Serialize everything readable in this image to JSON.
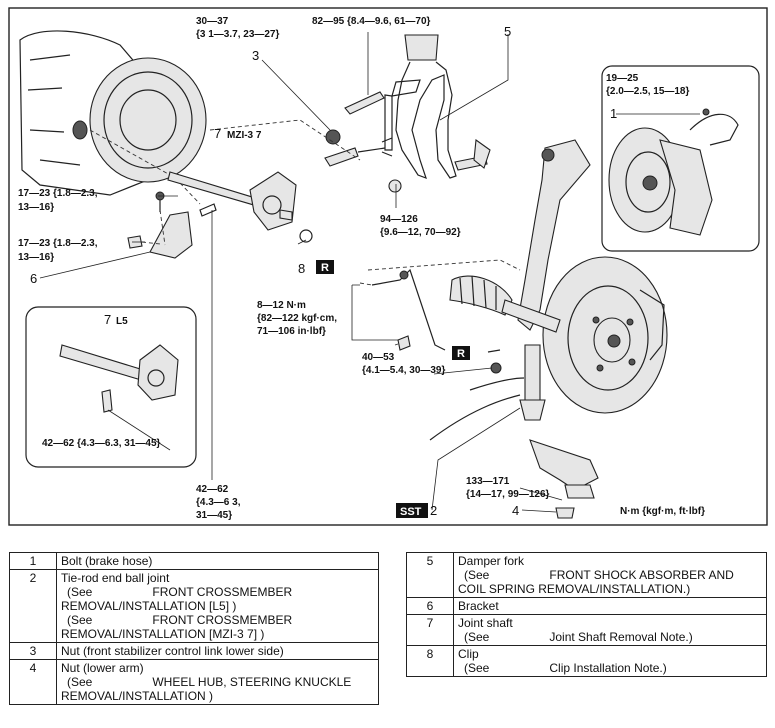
{
  "torque_specs": {
    "t1": [
      "30—37",
      "{3 1—3.7, 23—27}"
    ],
    "t2": [
      "82—95 {8.4—9.6, 61—70}"
    ],
    "t3": [
      "19—25",
      "{2.0—2.5, 15—18}"
    ],
    "t4": [
      "17—23 {1.8—2.3,",
      "13—16}"
    ],
    "t5": [
      "17—23 {1.8—2.3,",
      "13—16}"
    ],
    "t6": [
      "94—126",
      "{9.6—12, 70—92}"
    ],
    "t7": [
      "8—12 N·m",
      "{82—122 kgf·cm,",
      "71—106 in·lbf}"
    ],
    "t8": [
      "40—53",
      "{4.1—5.4, 30—39}"
    ],
    "t9": [
      "42—62 {4.3—6.3, 31—45}"
    ],
    "t10": [
      "42—62",
      "{4.3—6 3,",
      "31—45}"
    ],
    "t11": [
      "133—171",
      "{14—17, 99—126}"
    ]
  },
  "callouts": {
    "c1": "1",
    "c2": "2",
    "c3": "3",
    "c4": "4",
    "c5": "5",
    "c6": "6",
    "c7a": "7",
    "c7b": "7",
    "c8": "8"
  },
  "variant_labels": {
    "mzi": "MZI-3 7",
    "l5": "L5"
  },
  "tags": {
    "r1": "R",
    "r2": "R",
    "sst": "SST"
  },
  "units": "N·m {kgf·m, ft·lbf}",
  "legend_left": [
    {
      "num": "1",
      "lines": [
        {
          "text": "Bolt (brake hose)"
        }
      ]
    },
    {
      "num": "2",
      "lines": [
        {
          "text": "Tie-rod end ball joint"
        },
        {
          "see": "(See",
          "ref": "FRONT CROSSMEMBER"
        },
        {
          "text": "REMOVAL/INSTALLATION [L5] )"
        },
        {
          "see": "(See",
          "ref": "FRONT CROSSMEMBER"
        },
        {
          "text": "REMOVAL/INSTALLATION [MZI-3 7] )"
        }
      ]
    },
    {
      "num": "3",
      "lines": [
        {
          "text": "Nut (front stabilizer control link lower side)"
        }
      ]
    },
    {
      "num": "4",
      "lines": [
        {
          "text": "Nut (lower arm)"
        },
        {
          "see": "(See",
          "ref": "WHEEL HUB, STEERING KNUCKLE"
        },
        {
          "text": "REMOVAL/INSTALLATION )"
        }
      ]
    }
  ],
  "legend_right": [
    {
      "num": "5",
      "lines": [
        {
          "text": "Damper fork"
        },
        {
          "see": "(See",
          "ref": "FRONT SHOCK ABSORBER AND"
        },
        {
          "text": "COIL SPRING REMOVAL/INSTALLATION.)"
        }
      ]
    },
    {
      "num": "6",
      "lines": [
        {
          "text": "Bracket"
        }
      ]
    },
    {
      "num": "7",
      "lines": [
        {
          "text": "Joint shaft"
        },
        {
          "see": "(See",
          "ref": "Joint Shaft Removal Note.)"
        }
      ]
    },
    {
      "num": "8",
      "lines": [
        {
          "text": "Clip"
        },
        {
          "see": "(See",
          "ref": "Clip Installation Note.)"
        }
      ]
    }
  ]
}
